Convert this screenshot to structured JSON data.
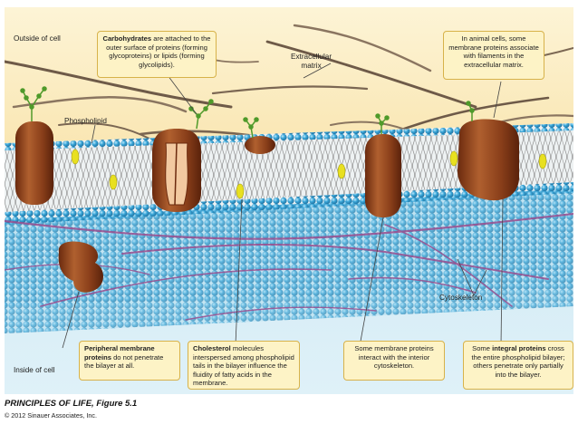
{
  "labels": {
    "outside": "Outside of cell",
    "inside": "Inside of cell",
    "phospholipid": "Phospholipid",
    "matrix_line1": "Extracellular",
    "matrix_line2": "matrix",
    "cytoskeleton": "Cytoskeleton"
  },
  "callouts": {
    "carbohydrates": {
      "bold": "Carbohydrates",
      "rest": " are attached to the outer surface of proteins (forming glycoproteins) or lipids (forming glycolipids)."
    },
    "filaments": {
      "text": "In animal cells, some membrane proteins associate with filaments in the extracellular matrix."
    },
    "peripheral": {
      "bold": "Peripheral membrane proteins",
      "rest": " do not penetrate the bilayer at all."
    },
    "cholesterol": {
      "bold": "Cholesterol",
      "rest": " molecules interspersed among phospholipid tails in the bilayer influence the fluidity of fatty acids in the membrane."
    },
    "cytoskeleton_interact": {
      "text": "Some membrane proteins interact with the interior cytoskeleton."
    },
    "integral": {
      "pre": "Some ",
      "bold": "integral proteins",
      "rest": " cross the entire phospholipid bilayer; others penetrate only partially into the bilayer."
    }
  },
  "credit": {
    "title": "PRINCIPLES OF LIFE, Figure 5.1",
    "copyright": "© 2012 Sinauer Associates, Inc."
  },
  "colors": {
    "outside_bg": "#fbecc2",
    "inside_bg": "#bfe3f2",
    "head_blue": "#3aa6d8",
    "protein_brown": "#8a3f1a",
    "cholesterol_yellow": "#e8e020",
    "carbohydrate_green": "#4f9a2a",
    "cytoskeleton_purple": "#9b4d8e",
    "callout_fill": "#fdf3c6"
  }
}
